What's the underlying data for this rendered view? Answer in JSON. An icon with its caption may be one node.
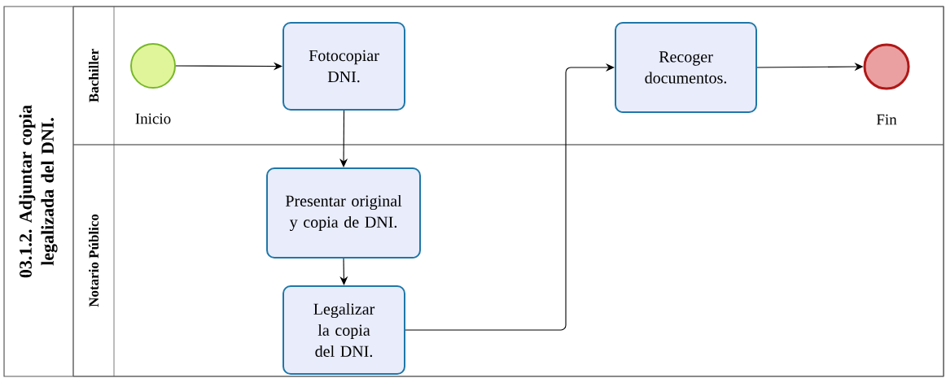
{
  "diagram": {
    "nodes": [
      {
        "text": [
          "03.1.2. Adjuntar copia legalizada del DNI."
        ]
      },
      {
        "text": [
          "Bachiller"
        ],
        "in": 0
      },
      {
        "text": [],
        "shape": "circle",
        "beside": [
          "Inicio"
        ],
        "in": 1
      },
      {
        "text": [
          "Fotocopiar DNI."
        ],
        "in": 1
      },
      {
        "text": [
          "Recoger documentos."
        ],
        "in": 1
      },
      {
        "text": [],
        "shape": "circle",
        "beside": [
          "Fin"
        ],
        "in": 1
      },
      {
        "text": [
          "Notario Público"
        ],
        "in": 0
      },
      {
        "text": [
          "Presentar original y copia de DNI."
        ],
        "in": 6
      },
      {
        "text": [
          "Legalizar la copia del DNI."
        ],
        "in": 6
      }
    ],
    "edges": [
      {
        "from": 2,
        "to": 3,
        "arrow": "to"
      },
      {
        "from": 3,
        "to": 7,
        "arrow": "to"
      },
      {
        "from": 7,
        "to": 8,
        "arrow": "to"
      },
      {
        "from": 8,
        "to": 4,
        "arrow": "to"
      },
      {
        "from": 4,
        "to": 5,
        "arrow": "to"
      }
    ]
  }
}
